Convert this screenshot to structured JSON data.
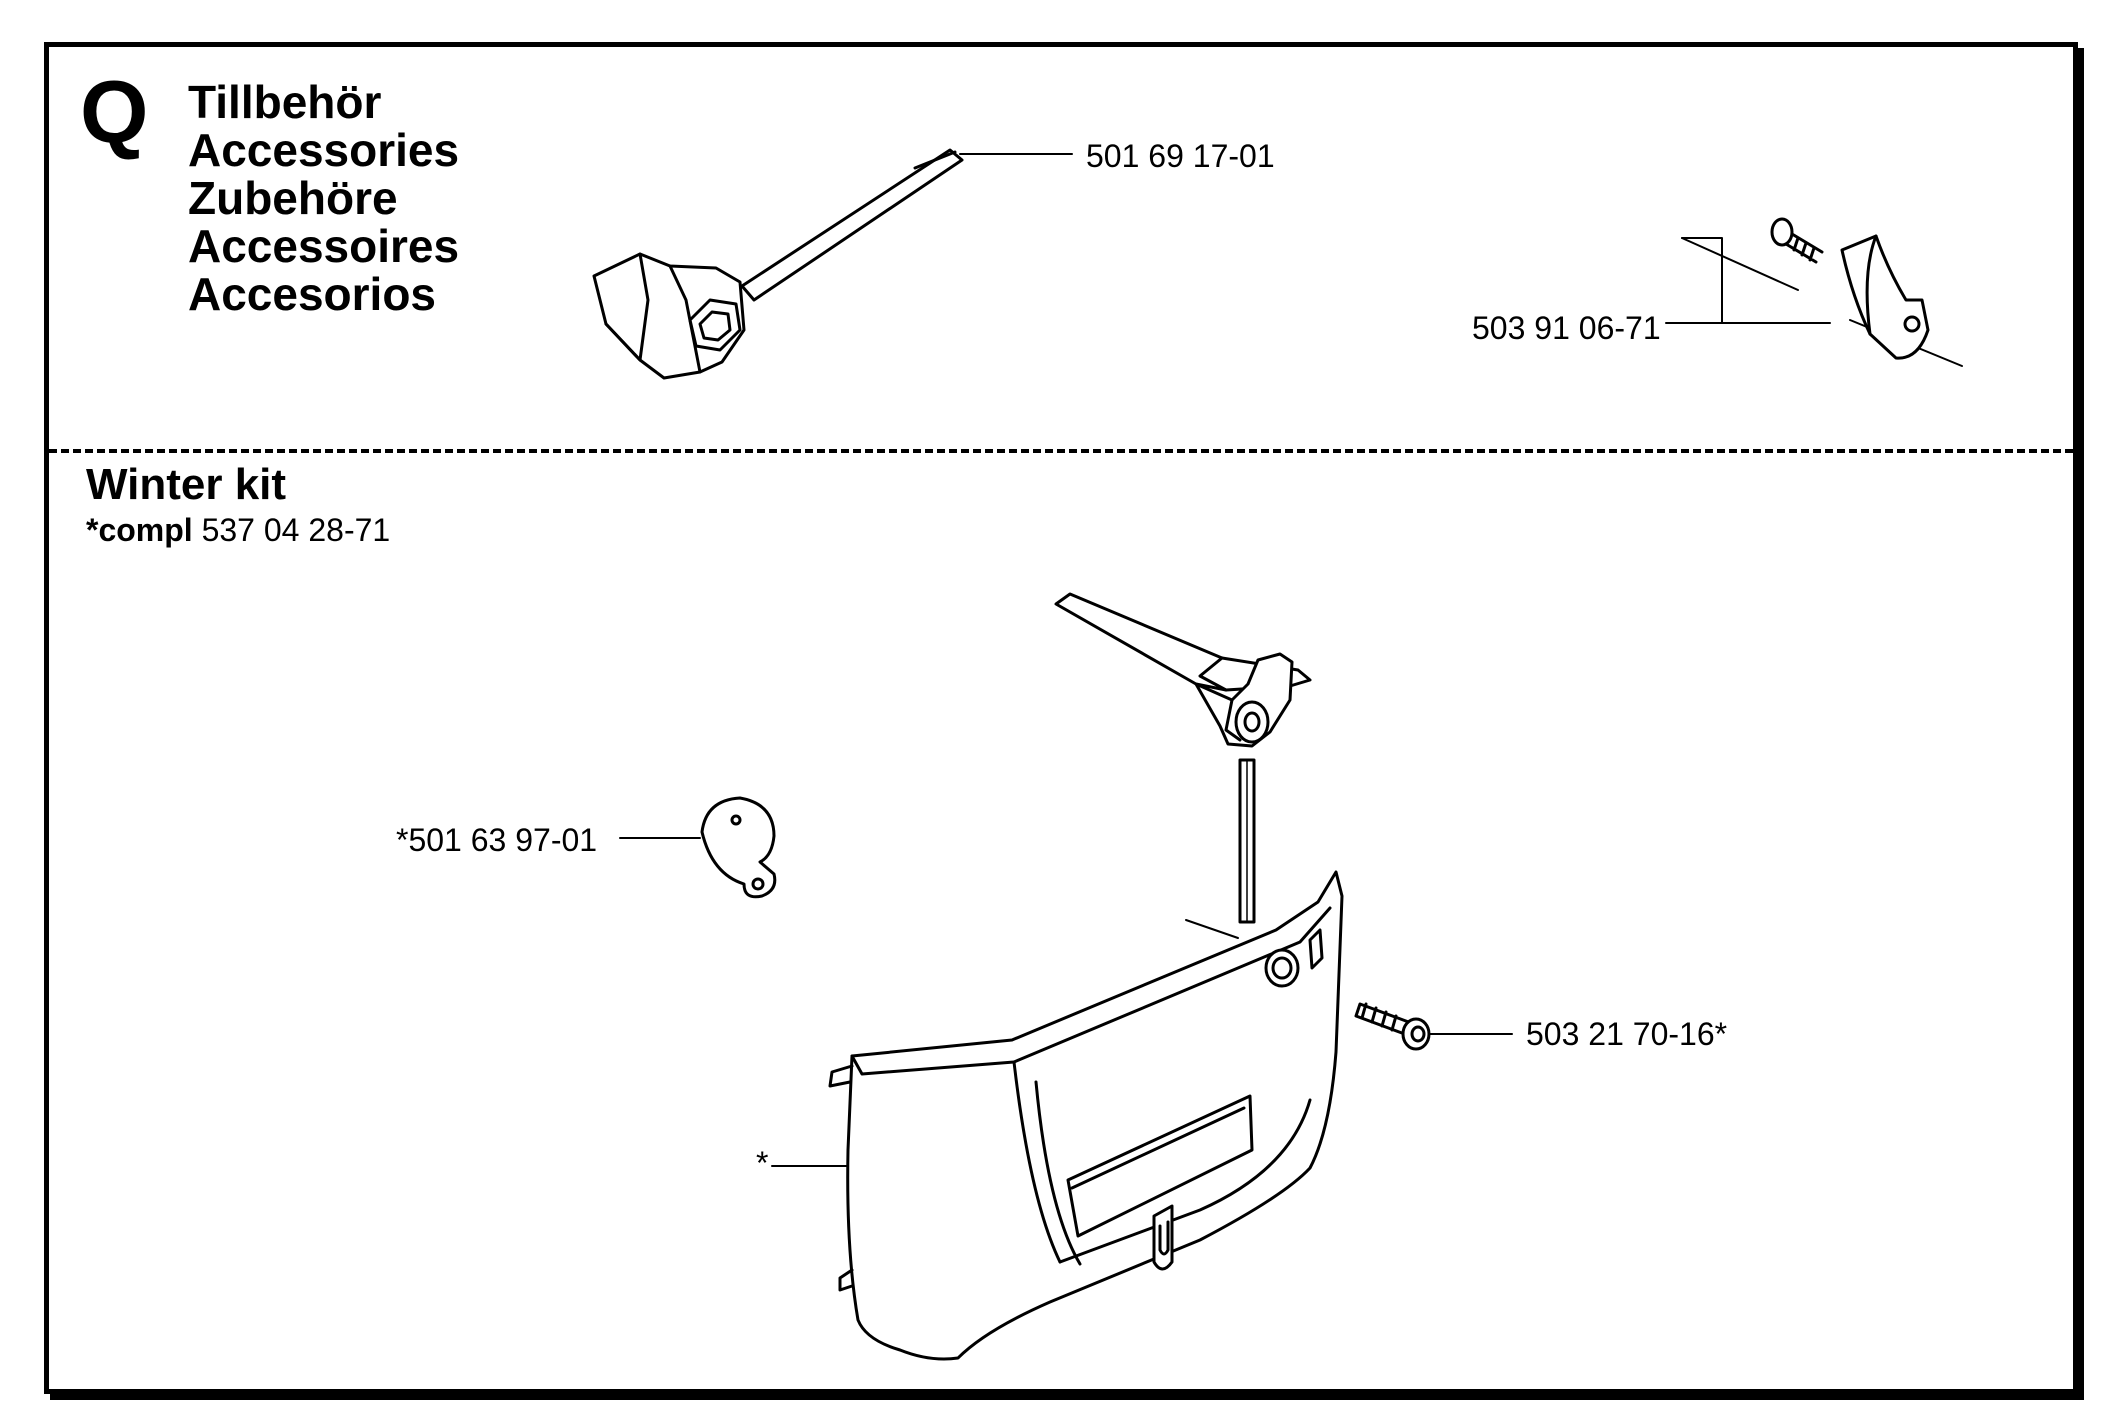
{
  "section": {
    "letter": "Q",
    "titles": [
      "Tillbehör",
      "Accessories",
      "Zubehöre",
      "Accessoires",
      "Accesorios"
    ]
  },
  "winter_kit": {
    "title": "Winter kit",
    "compl_label": "*compl",
    "compl_number": "537 04 28-71"
  },
  "parts": {
    "spark_plug_wrench": "501 69 17-01",
    "bracket_screw": "503 91 06-71",
    "cover_disc": "*501 63 97-01",
    "cover_screw": "503 21 70-16*",
    "winter_cover": "*"
  }
}
